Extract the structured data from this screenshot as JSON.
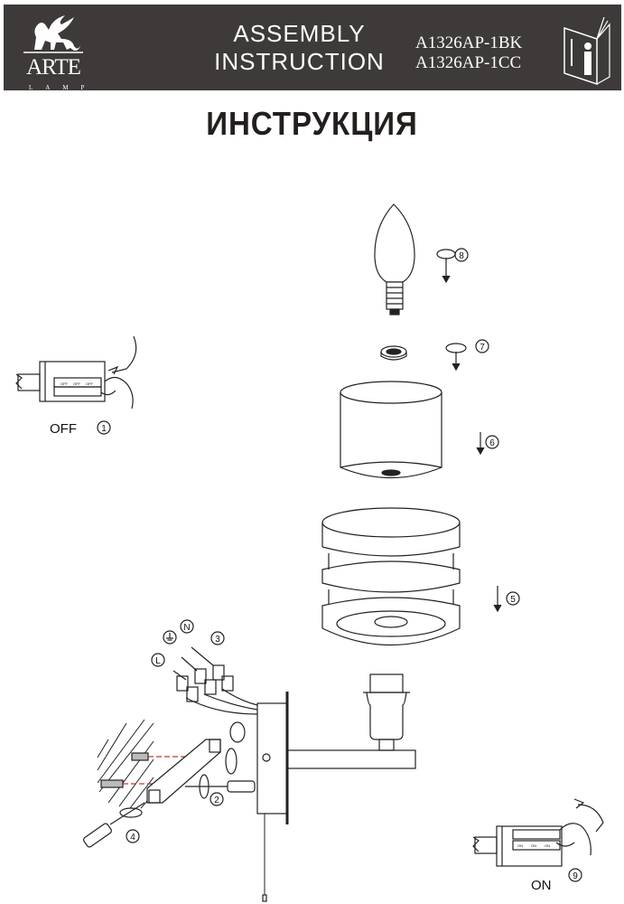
{
  "header": {
    "brand": "ARTE",
    "brand_sub": "LAMP",
    "title_line1": "ASSEMBLY",
    "title_line2": "INSTRUCTION",
    "models": [
      "A1326AP-1BK",
      "A1326AP-1CC"
    ],
    "icon": "info-manual-icon"
  },
  "page_title": "ИНСТРУКЦИЯ",
  "steps": {
    "s1": "1",
    "s2": "2",
    "s3": "3",
    "s4": "4",
    "s5": "5",
    "s6": "6",
    "s7": "7",
    "s8": "8",
    "s9": "9"
  },
  "switch_off": {
    "label": "OFF",
    "key_label": "OFF"
  },
  "switch_on": {
    "label": "ON",
    "key_label": "ON"
  },
  "wiring": {
    "live": "L",
    "neutral": "N"
  },
  "colors": {
    "header_bg": "#3d3a39",
    "guide_line": "#c0392b"
  }
}
